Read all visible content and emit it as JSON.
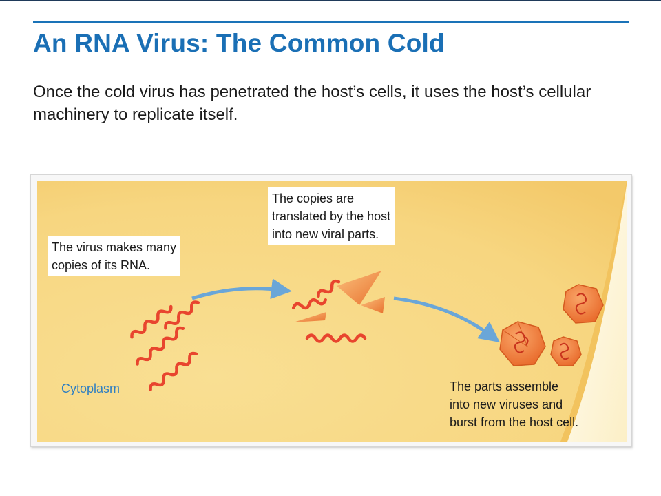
{
  "slide": {
    "title": "An RNA Virus: The Common Cold",
    "subtitle": "Once the cold virus has penetrated the host’s cells, it uses the host’s cellular machinery to replicate itself."
  },
  "diagram": {
    "callout_copies": {
      "line1": "The virus makes many",
      "line2": "copies of its RNA."
    },
    "callout_translate": {
      "line1": "The copies are",
      "line2": "translated by the host",
      "line3": "into new viral parts."
    },
    "callout_assemble": {
      "line1": "The parts assemble",
      "line2": "into new viruses and",
      "line3": "burst from the host cell."
    },
    "region_label": "Cytoplasm"
  },
  "colors": {
    "title": "#1a6fb5",
    "cytoplasm": "#f8dd8e",
    "membrane": "#fff6d8",
    "rna": "#e8452e",
    "virus": "#f07f38",
    "arrow": "#6aa6d8",
    "label_blue": "#2f7fc2"
  }
}
